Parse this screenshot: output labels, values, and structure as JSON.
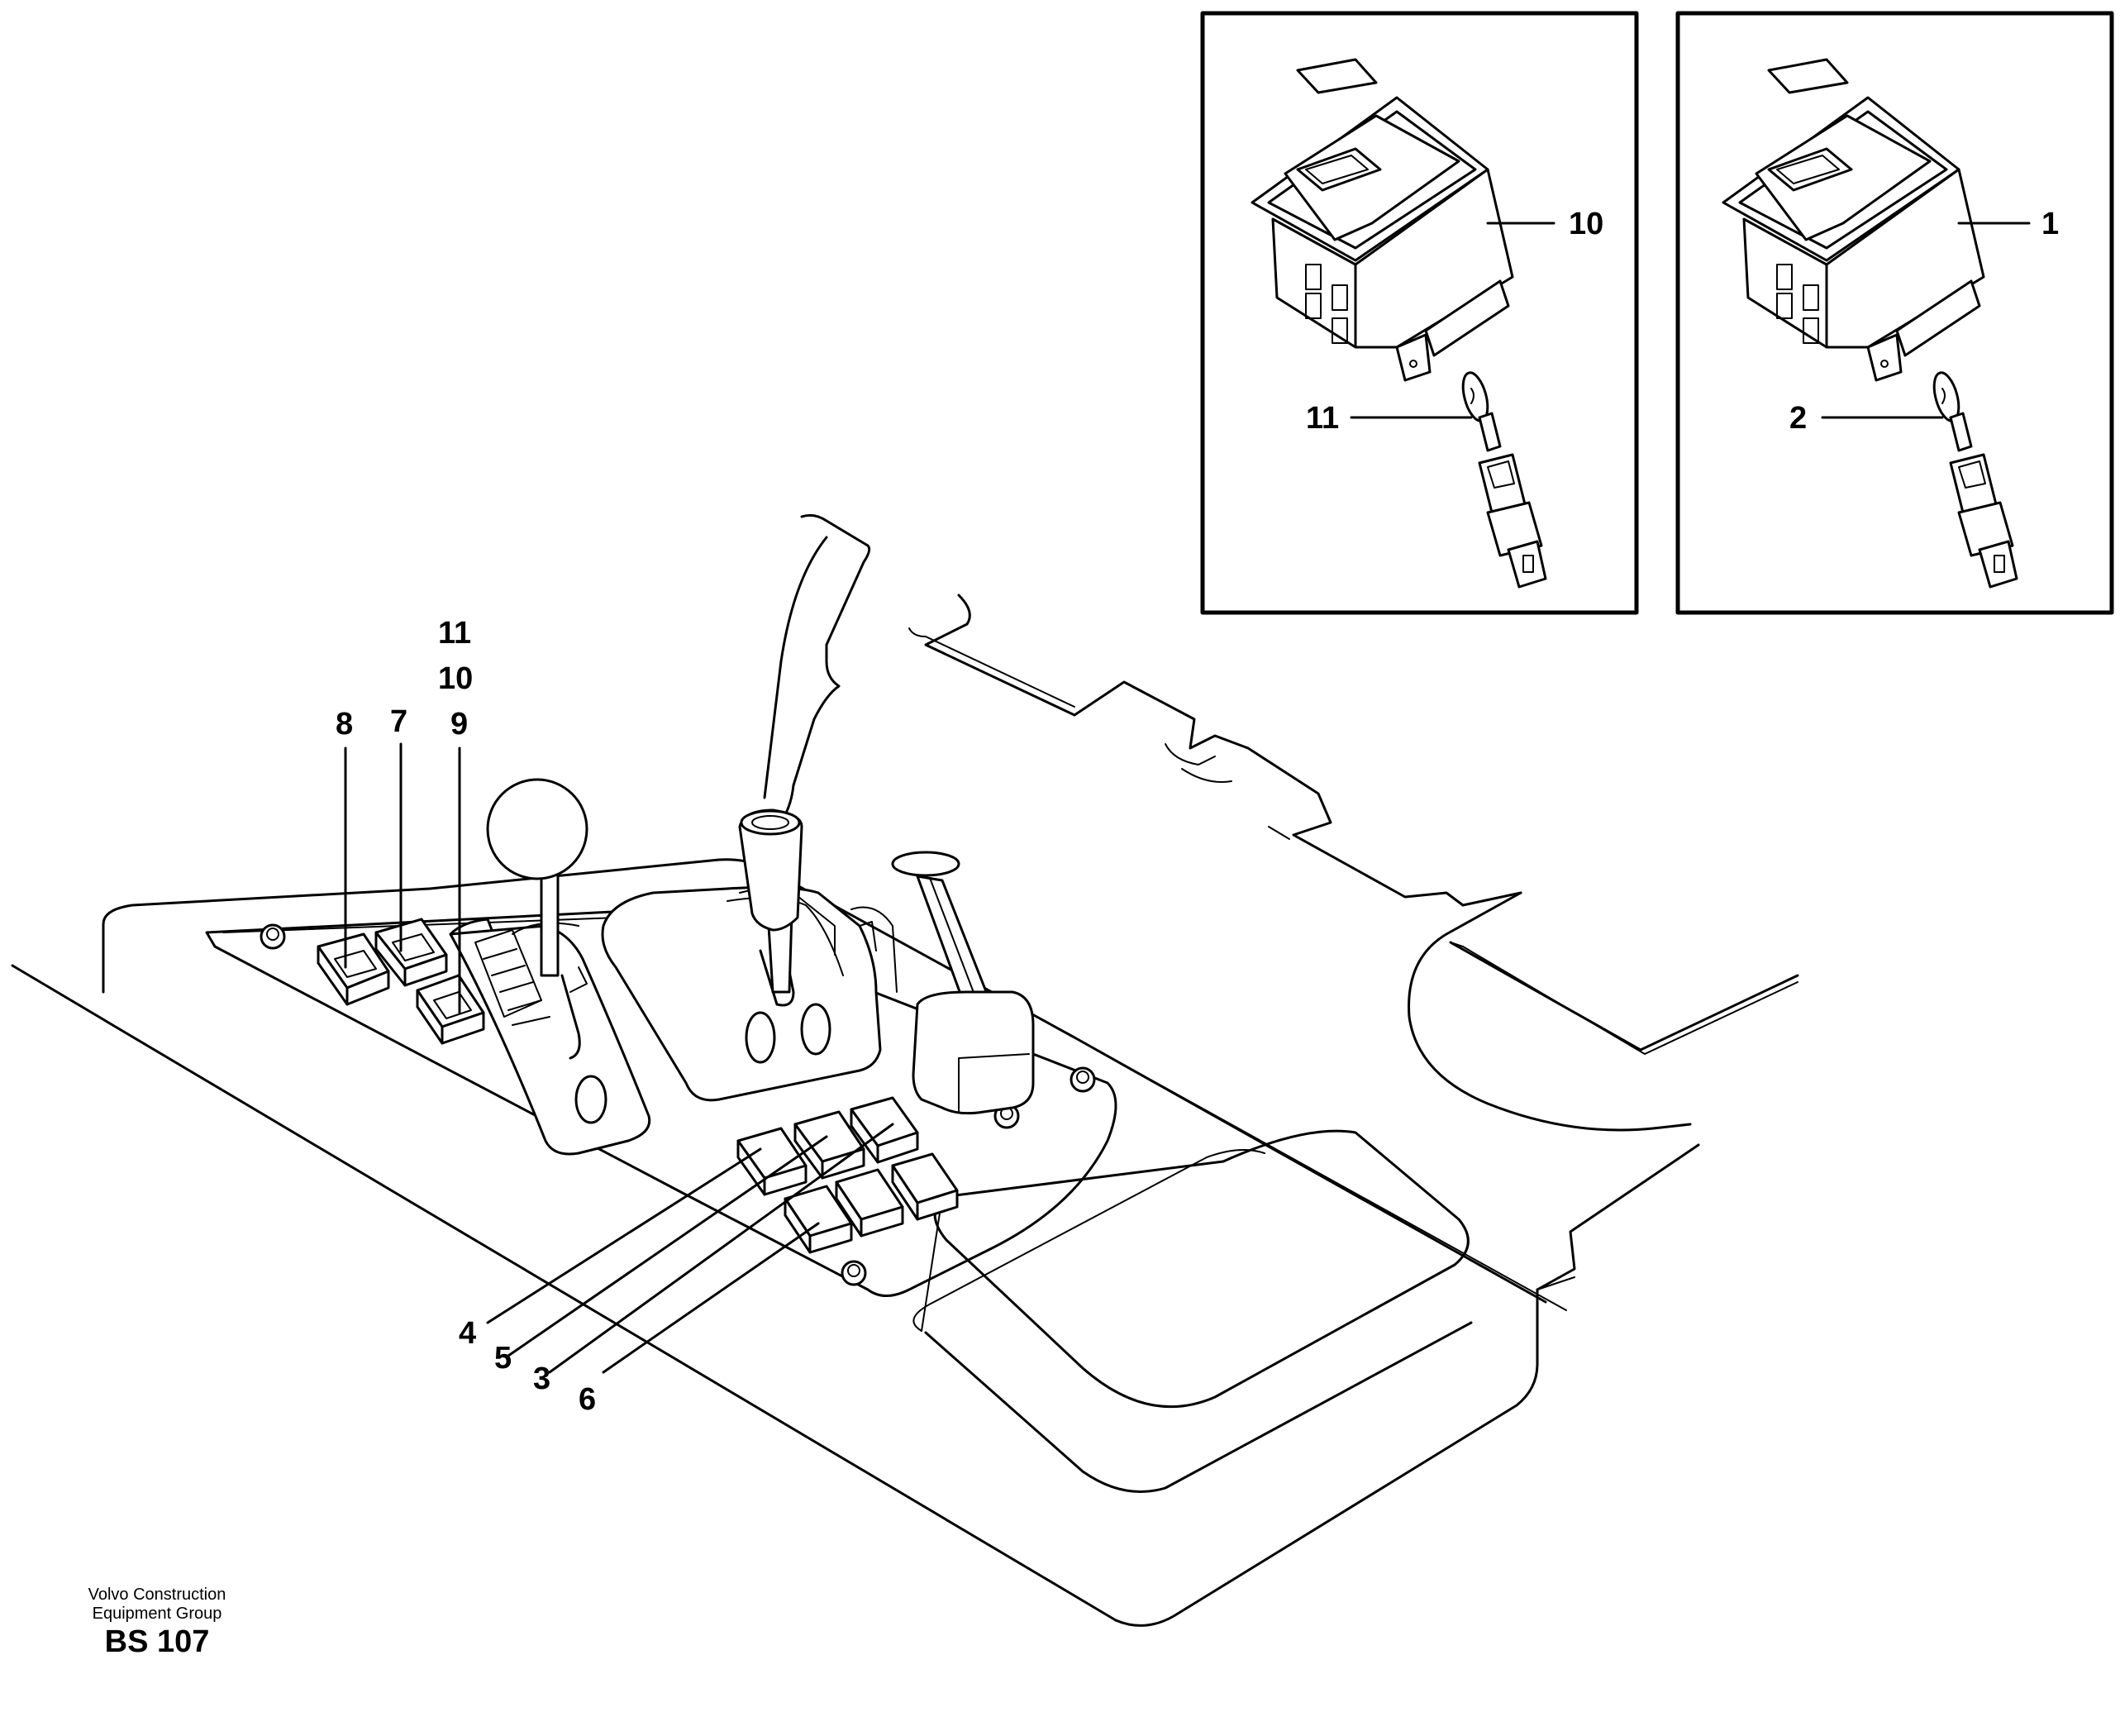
{
  "callouts": {
    "c1": "1",
    "c2": "2",
    "c3": "3",
    "c4": "4",
    "c5": "5",
    "c6": "6",
    "c7": "7",
    "c8": "8",
    "c9": "9",
    "c10_inset": "10",
    "c11_inset": "11",
    "c10_main": "10",
    "c11_main": "11"
  },
  "footer": {
    "company_line1": "Volvo Construction",
    "company_line2": "Equipment Group",
    "code": "BS 107"
  }
}
